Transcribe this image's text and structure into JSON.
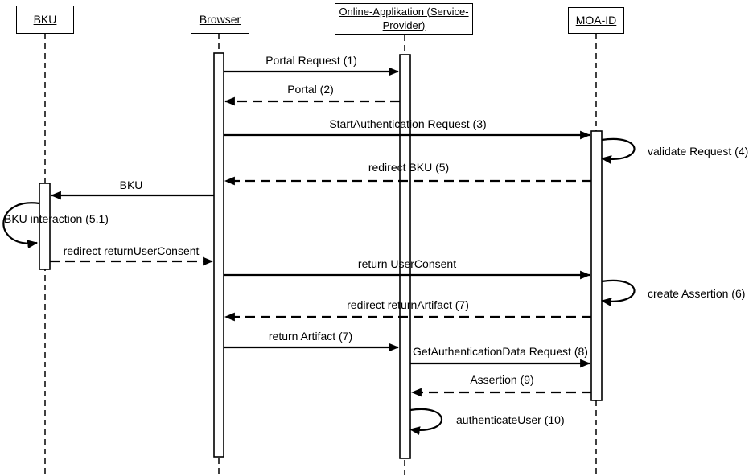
{
  "diagram_type": "uml-sequence-diagram",
  "colors": {
    "line": "#000000",
    "background": "#ffffff",
    "text": "#000000"
  },
  "actors": [
    {
      "id": "bku",
      "label": "BKU"
    },
    {
      "id": "browser",
      "label": "Browser"
    },
    {
      "id": "online-app",
      "label": "Online-Applikation (Service-Provider)"
    },
    {
      "id": "moa-id",
      "label": "MOA-ID"
    }
  ],
  "messages": [
    {
      "label": "Portal Request (1)",
      "from": "Browser",
      "to": "Online-Applikation (Service-Provider)",
      "line": "solid"
    },
    {
      "label": "Portal (2)",
      "from": "Online-Applikation (Service-Provider)",
      "to": "Browser",
      "line": "dashed"
    },
    {
      "label": "StartAuthentication Request (3)",
      "from": "Browser",
      "to": "MOA-ID",
      "line": "solid"
    },
    {
      "label": "validate Request (4)",
      "from": "MOA-ID",
      "to": "MOA-ID",
      "line": "self-loop"
    },
    {
      "label": "redirect BKU (5)",
      "from": "MOA-ID",
      "to": "Browser",
      "line": "dashed"
    },
    {
      "label": "BKU",
      "from": "Browser",
      "to": "BKU",
      "line": "solid"
    },
    {
      "label": "BKU interaction (5.1)",
      "from": "BKU",
      "to": "BKU",
      "line": "self-loop"
    },
    {
      "label": "redirect returnUserConsent",
      "from": "BKU",
      "to": "Browser",
      "line": "dashed"
    },
    {
      "label": "return UserConsent",
      "from": "Browser",
      "to": "MOA-ID",
      "line": "solid"
    },
    {
      "label": "create Assertion (6)",
      "from": "MOA-ID",
      "to": "MOA-ID",
      "line": "self-loop"
    },
    {
      "label": "redirect returnArtifact (7)",
      "from": "MOA-ID",
      "to": "Browser",
      "line": "dashed"
    },
    {
      "label": "return Artifact (7)",
      "from": "Browser",
      "to": "Online-Applikation (Service-Provider)",
      "line": "solid"
    },
    {
      "label": "GetAuthenticationData Request (8)",
      "from": "Online-Applikation (Service-Provider)",
      "to": "MOA-ID",
      "line": "solid"
    },
    {
      "label": "Assertion (9)",
      "from": "MOA-ID",
      "to": "Online-Applikation (Service-Provider)",
      "line": "dashed"
    },
    {
      "label": "authenticateUser (10)",
      "from": "Online-Applikation (Service-Provider)",
      "to": "Online-Applikation (Service-Provider)",
      "line": "self-loop"
    }
  ]
}
